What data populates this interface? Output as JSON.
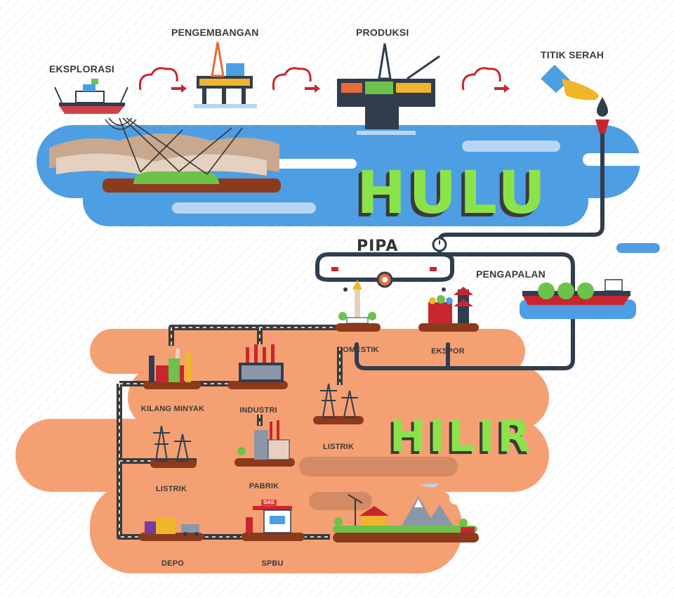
{
  "sections": {
    "hulu": "HULU",
    "hilir": "HILIR"
  },
  "upstream_steps": [
    {
      "label": "EKSPLORASI"
    },
    {
      "label": "PENGEMBANGAN"
    },
    {
      "label": "PRODUKSI"
    },
    {
      "label": "TITIK SERAH"
    }
  ],
  "transport": {
    "pipa": "PIPA",
    "pengapalan": "PENGAPALAN"
  },
  "downstream": {
    "domestik": "DOMESTIK",
    "ekspor": "EKSPOR",
    "kilang_minyak": "KILANG MINYAK",
    "industri": "INDUSTRI",
    "listrik_center": "LISTRIK",
    "listrik_left": "LISTRIK",
    "pabrik": "PABRIK",
    "depo": "DEPO",
    "spbu": "SPBU"
  },
  "gas_sign": "GAS",
  "colors": {
    "sea": "#4d9ee3",
    "land": "#f5a072",
    "accent_green": "#8be34a",
    "pipe": "#2f3d4f",
    "arrow_red": "#c8262e"
  }
}
